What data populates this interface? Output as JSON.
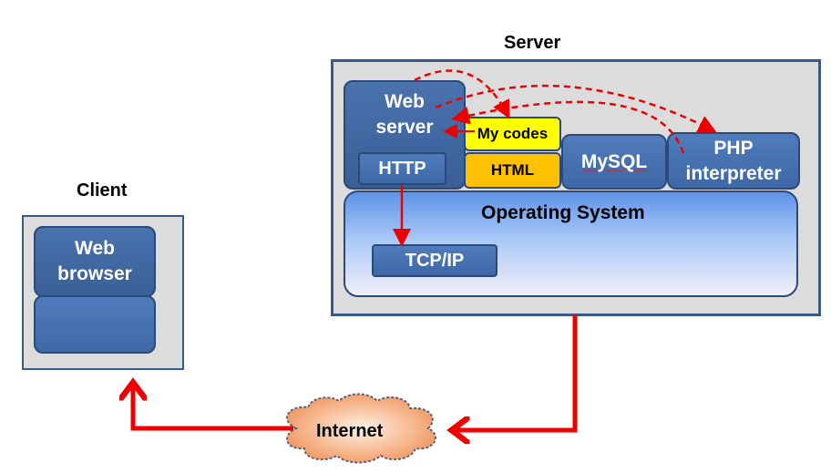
{
  "server": {
    "title": "Server",
    "web_server": "Web server",
    "http": "HTTP",
    "my_codes": "My codes",
    "html": "HTML",
    "mysql": "MySQL",
    "php": "PHP interpreter",
    "os": "Operating System",
    "tcpip": "TCP/IP"
  },
  "client": {
    "title": "Client",
    "web_browser": "Web browser"
  },
  "internet": "Internet",
  "colors": {
    "arrow": "#ee0000",
    "box_blue": "#3f67a3",
    "my_codes": "#ffff00",
    "html": "#ffc000"
  }
}
